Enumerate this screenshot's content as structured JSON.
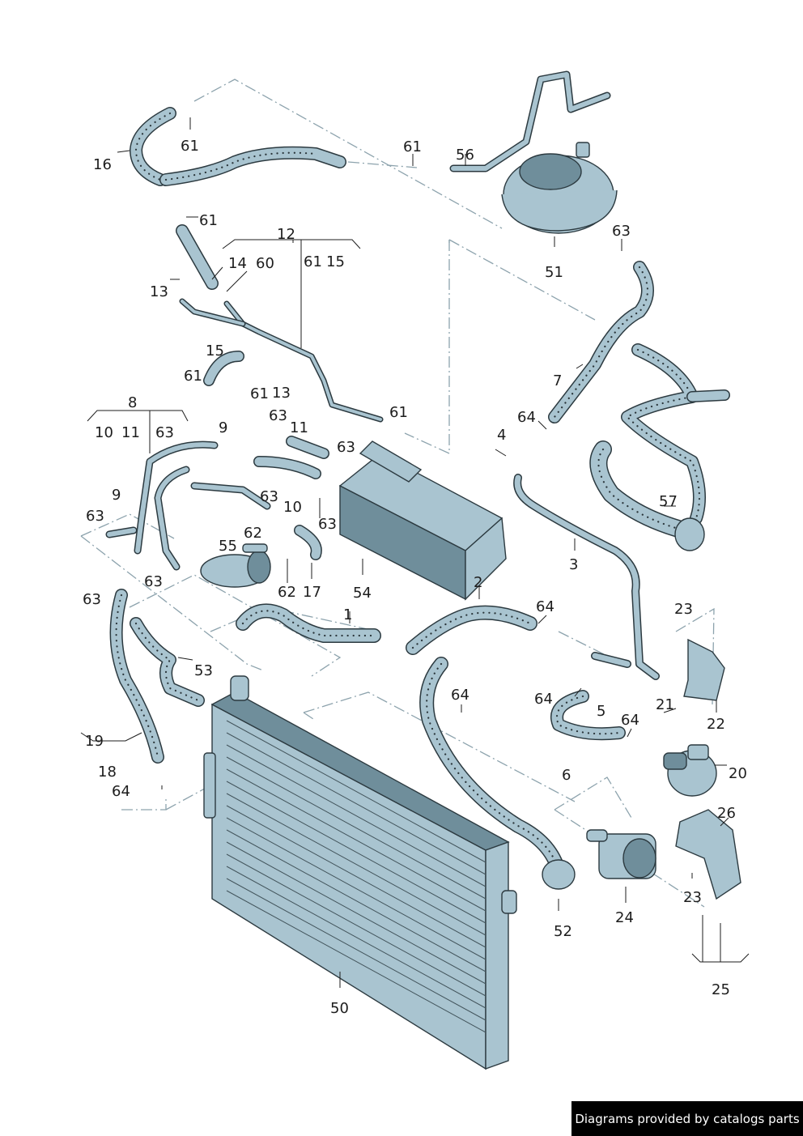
{
  "diagram": {
    "labels": [
      "1",
      "2",
      "3",
      "4",
      "5",
      "6",
      "7",
      "8",
      "9",
      "9",
      "10",
      "10",
      "11",
      "11",
      "12",
      "13",
      "13",
      "14",
      "15",
      "15",
      "16",
      "17",
      "18",
      "19",
      "20",
      "21",
      "22",
      "23",
      "23",
      "24",
      "25",
      "26",
      "50",
      "51",
      "52",
      "53",
      "54",
      "55",
      "56",
      "57",
      "60",
      "61",
      "61",
      "61",
      "61",
      "61",
      "61",
      "61",
      "62",
      "62",
      "63",
      "63",
      "63",
      "63",
      "63",
      "63",
      "63",
      "63",
      "63",
      "64",
      "64",
      "64",
      "64",
      "64",
      "64"
    ]
  },
  "footer": {
    "credit": "Diagrams provided by catalogs parts"
  }
}
